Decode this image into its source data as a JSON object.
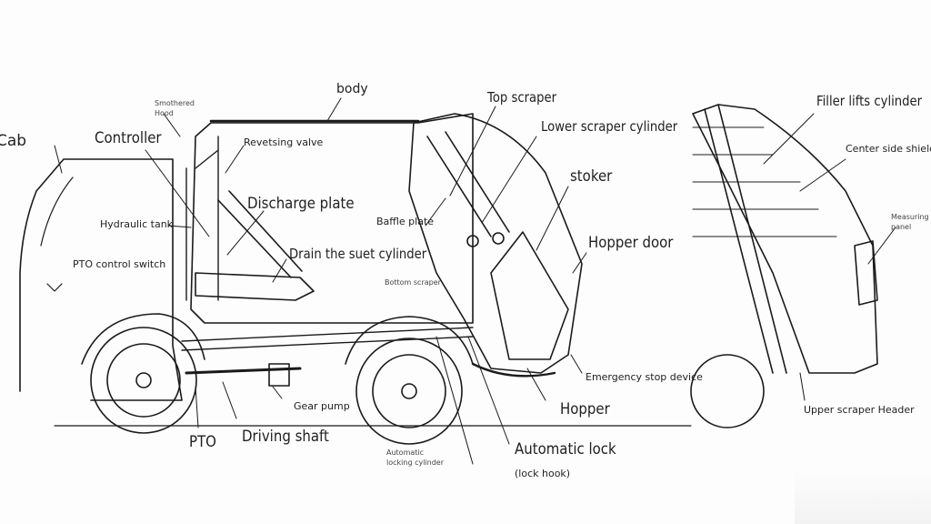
{
  "diagram": {
    "title": "Rear-loader garbage truck component diagram",
    "labels": {
      "cab": "Cab",
      "controller": "Controller",
      "smothered_hood": "Smothered Hood",
      "body": "body",
      "reversing_valve": "Revetsing valve",
      "discharge_plate": "Discharge plate",
      "hydraulic_tank": "Hydraulic tank",
      "pto_control_switch": "PTO control switch",
      "drain_cylinder": "Drain the suet cylinder",
      "baffle_plate": "Baffle plate",
      "bottom_scraper": "Bottom scraper",
      "top_scraper": "Top scraper",
      "lower_scraper_cylinder": "Lower scraper cylinder",
      "stoker": "stoker",
      "hopper_door": "Hopper door",
      "emergency_stop": "Emergency stop device",
      "hopper": "Hopper",
      "automatic_lock": "Automatic lock",
      "lock_hook": "(lock hook)",
      "automatic_locking_cylinder": "Automatic locking cylinder",
      "gear_pump": "Gear pump",
      "pto": "PTO",
      "driving_shaft": "Driving shaft",
      "filler_lifts_cylinder": "Filler lifts cylinder",
      "center_side_shield": "Center side shield",
      "measuring_panel": "Measuring panel",
      "upper_scraper_header": "Upper scraper Header"
    }
  }
}
